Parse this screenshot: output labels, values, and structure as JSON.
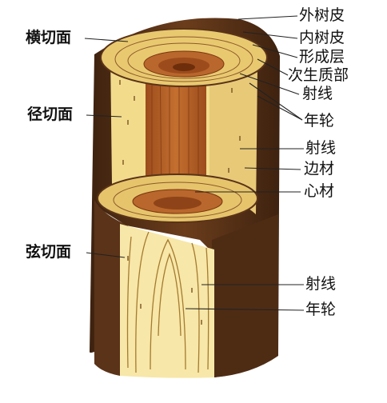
{
  "left_labels": {
    "cross_section": "横切面",
    "radial_section": "径切面",
    "tangential_section": "弦切面"
  },
  "right_labels": {
    "outer_bark": "外树皮",
    "inner_bark": "内树皮",
    "cambium": "形成层",
    "secondary_phloem": "次生质部",
    "ray_top": "射线",
    "annual_ring_top": "年轮",
    "ray_mid": "射线",
    "sapwood": "边材",
    "heartwood": "心材",
    "ray_bottom": "射线",
    "annual_ring_bottom": "年轮"
  },
  "colors": {
    "bark_dark": "#4a2a14",
    "bark_mid": "#6b3d1c",
    "sapwood": "#f2dc8c",
    "sapwood_light": "#f7e7a8",
    "heartwood": "#b5642a",
    "heartwood_dark": "#8e4418",
    "leader_line": "#222222"
  }
}
